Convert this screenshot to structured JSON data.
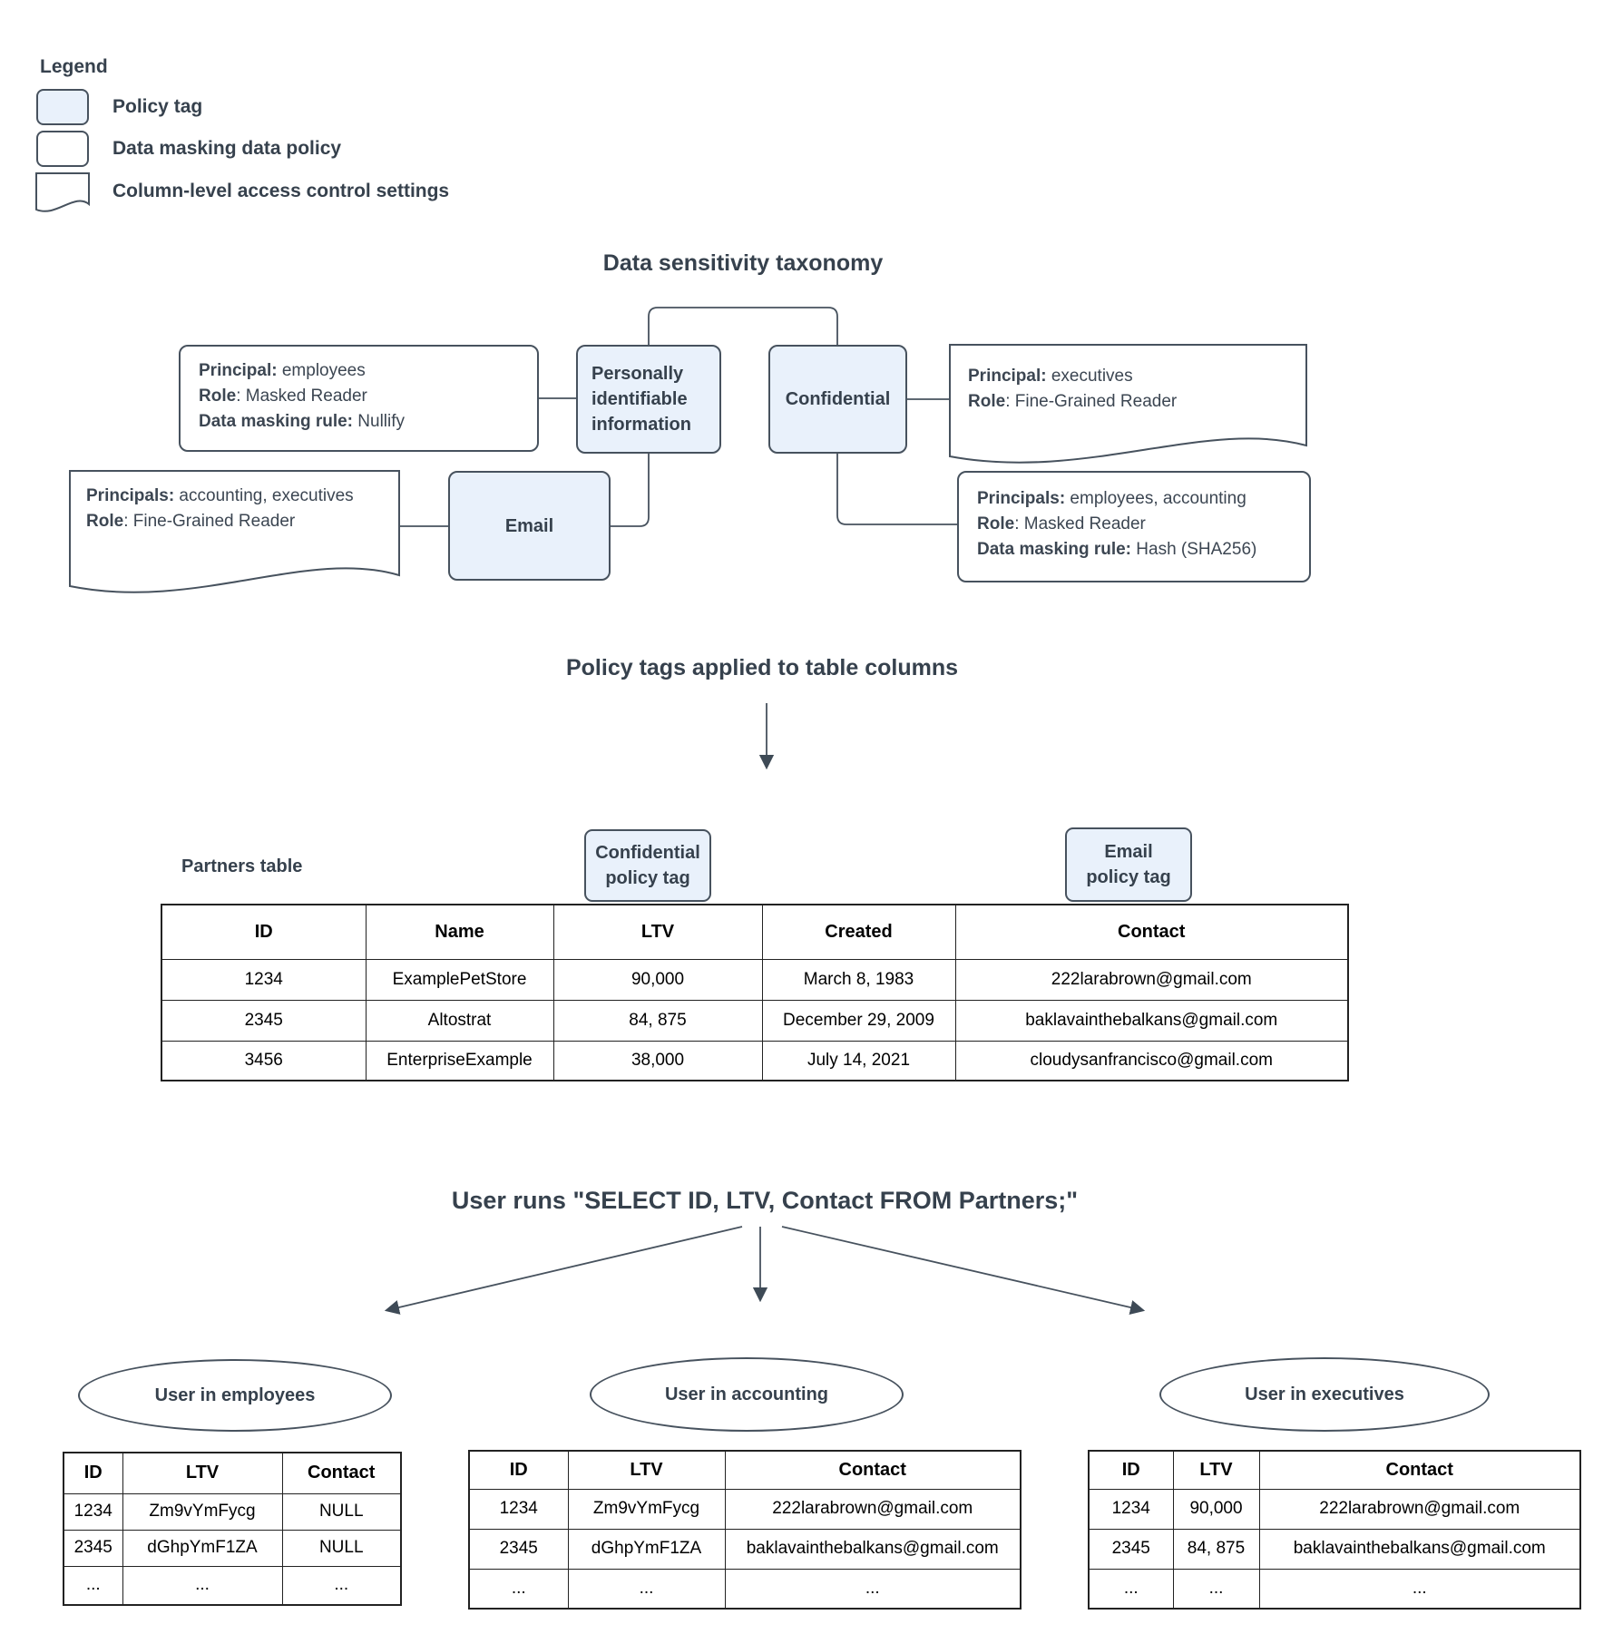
{
  "colors": {
    "policy_tag_fill": "#e9f1fb",
    "shape_stroke": "#47525e",
    "heading_text": "#36414d",
    "table_text": "#000000"
  },
  "legend": {
    "title": "Legend",
    "items": [
      {
        "label": "Policy tag"
      },
      {
        "label": "Data masking data policy"
      },
      {
        "label": "Column-level access control settings"
      }
    ]
  },
  "taxonomy": {
    "title": "Data sensitivity taxonomy",
    "nodes": {
      "pii": "Personally identifiable information",
      "confidential": "Confidential",
      "email": "Email"
    },
    "policies": {
      "nullify": [
        {
          "b": "Principal:",
          "r": " employees"
        },
        {
          "b": "Role",
          "r": ": Masked Reader"
        },
        {
          "b": "Data masking rule:",
          "r": " Nullify"
        }
      ],
      "email_access": [
        {
          "b": "Principals:",
          "r": " accounting, executives"
        },
        {
          "b": "Role",
          "r": ": Fine-Grained Reader"
        }
      ],
      "conf_access": [
        {
          "b": "Principal:",
          "r": " executives"
        },
        {
          "b": "Role",
          "r": ": Fine-Grained Reader"
        }
      ],
      "hash": [
        {
          "b": "Principals:",
          "r": " employees, accounting"
        },
        {
          "b": "Role",
          "r": ": Masked Reader"
        },
        {
          "b": "Data masking rule:",
          "r": " Hash (SHA256)"
        }
      ]
    }
  },
  "applied_section": {
    "title": "Policy tags applied to table columns",
    "confidential_tag": {
      "line1": "Confidential",
      "line2": "policy tag"
    },
    "email_tag": {
      "line1": "Email",
      "line2": "policy tag"
    }
  },
  "partners": {
    "label": "Partners table",
    "headers": [
      "ID",
      "Name",
      "LTV",
      "Created",
      "Contact"
    ],
    "rows": [
      [
        "1234",
        "ExamplePetStore",
        "90,000",
        "March 8, 1983",
        "222larabrown@gmail.com"
      ],
      [
        "2345",
        "Altostrat",
        "84, 875",
        "December 29, 2009",
        "baklavainthebalkans@gmail.com"
      ],
      [
        "3456",
        "EnterpriseExample",
        "38,000",
        "July 14, 2021",
        "cloudysanfrancisco@gmail.com"
      ]
    ]
  },
  "query_section": {
    "title": "User runs \"SELECT ID, LTV, Contact FROM Partners;\""
  },
  "results": [
    {
      "title": "User in employees",
      "headers": [
        "ID",
        "LTV",
        "Contact"
      ],
      "rows": [
        [
          "1234",
          "Zm9vYmFycg",
          "NULL"
        ],
        [
          "2345",
          "dGhpYmF1ZA",
          "NULL"
        ],
        [
          "...",
          "...",
          "..."
        ]
      ]
    },
    {
      "title": "User in accounting",
      "headers": [
        "ID",
        "LTV",
        "Contact"
      ],
      "rows": [
        [
          "1234",
          "Zm9vYmFycg",
          "222larabrown@gmail.com"
        ],
        [
          "2345",
          "dGhpYmF1ZA",
          "baklavainthebalkans@gmail.com"
        ],
        [
          "...",
          "...",
          "..."
        ]
      ]
    },
    {
      "title": "User in executives",
      "headers": [
        "ID",
        "LTV",
        "Contact"
      ],
      "rows": [
        [
          "1234",
          "90,000",
          "222larabrown@gmail.com"
        ],
        [
          "2345",
          "84, 875",
          "baklavainthebalkans@gmail.com"
        ],
        [
          "...",
          "...",
          "..."
        ]
      ]
    }
  ]
}
